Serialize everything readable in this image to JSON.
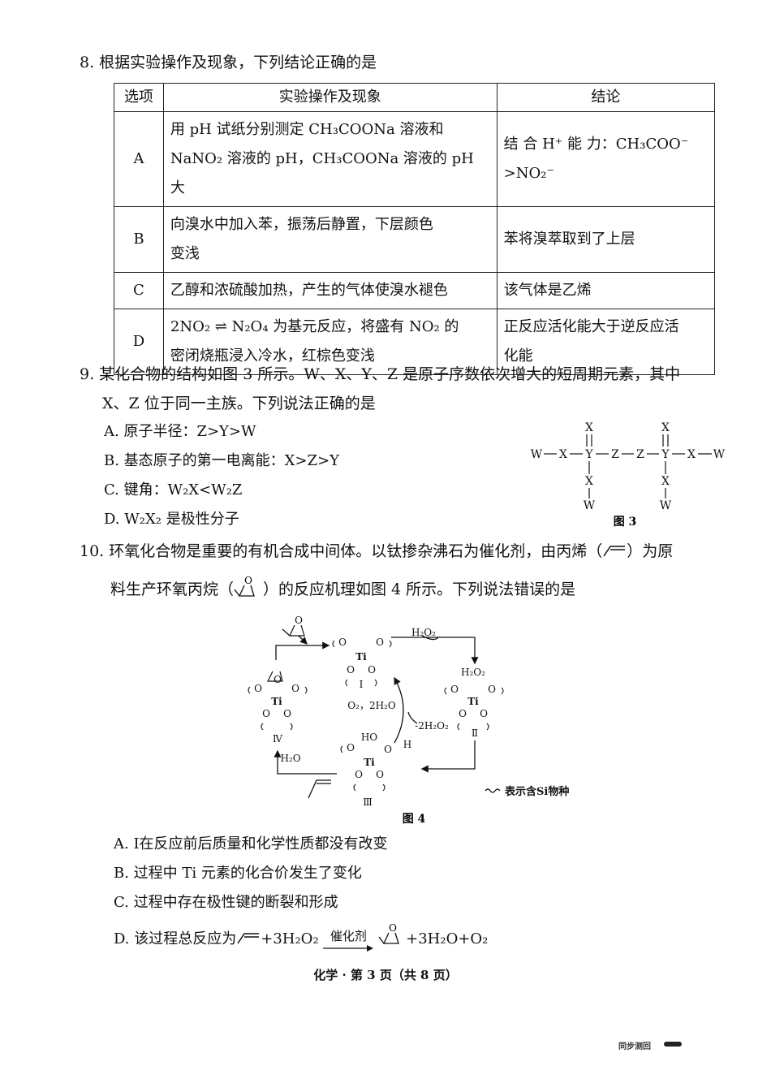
{
  "q8": {
    "stem": "8. 根据实验操作及现象，下列结论正确的是",
    "headers": [
      "选项",
      "实验操作及现象",
      "结论"
    ],
    "rows": [
      {
        "opt": "A",
        "op": [
          "用 pH 试纸分别测定 CH₃COONa 溶液和",
          "NaNO₂ 溶液的 pH，CH₃COONa 溶液的 pH 大"
        ],
        "con": [
          "结 合 H⁺ 能 力：CH₃COO⁻",
          ">NO₂⁻"
        ]
      },
      {
        "opt": "B",
        "op": [
          "向溴水中加入苯，振荡后静置，下层颜色",
          "变浅"
        ],
        "con": [
          "苯将溴萃取到了上层"
        ]
      },
      {
        "opt": "C",
        "op": [
          "乙醇和浓硫酸加热，产生的气体使溴水褪色"
        ],
        "con": [
          "该气体是乙烯"
        ]
      },
      {
        "opt": "D",
        "op": [
          "2NO₂ ⇌ N₂O₄ 为基元反应，将盛有 NO₂ 的",
          "密闭烧瓶浸入冷水，红棕色变浅"
        ],
        "con": [
          "正反应活化能大于逆反应活",
          "化能"
        ]
      }
    ]
  },
  "q9": {
    "stem1": "9. 某化合物的结构如图 3 所示。W、X、Y、Z 是原子序数依次增大的短周期元素，其中",
    "stem2": "X、Z 位于同一主族。下列说法正确的是",
    "options": [
      "A. 原子半径：Z>Y>W",
      "B. 基态原子的第一电离能：X>Z>Y",
      "C. 键角：W₂X<W₂Z",
      "D. W₂X₂ 是极性分子"
    ],
    "figure_label": "图 3",
    "atoms": {
      "W": "W",
      "X": "X",
      "Y": "Y",
      "Z": "Z"
    }
  },
  "q10": {
    "stem1a": "10. 环氧化合物是重要的有机合成中间体。以钛掺杂沸石为催化剂，由丙烯（",
    "stem1b": "）为原",
    "stem2a": "料生产环氧丙烷（",
    "stem2b": "）的反应机理如图 4 所示。下列说法错误的是",
    "figure_label": "图 4",
    "legend": "表示含Si物种",
    "labels": {
      "h2o2": "H₂O₂",
      "o2_2h2o": "O₂，2H₂O",
      "minus_2h2o2": "-2H₂O₂",
      "h2o": "H₂O",
      "ti": "Ti",
      "o": "O",
      "ho": "HO",
      "h": "H"
    },
    "roman": [
      "Ⅰ",
      "Ⅱ",
      "Ⅲ",
      "Ⅳ"
    ],
    "options": [
      "A. Ⅰ在反应前后质量和化学性质都没有改变",
      "B. 过程中 Ti 元素的化合价发生了变化",
      "C. 过程中存在极性键的断裂和形成"
    ],
    "optD_a": "D. 该过程总反应为",
    "optD_b": "+3H₂O₂",
    "catalyst": "催化剂",
    "optD_c": "+3H₂O+O₂"
  },
  "footer": "化学 · 第 3 页（共 8 页）",
  "corner_text": "同步测回"
}
